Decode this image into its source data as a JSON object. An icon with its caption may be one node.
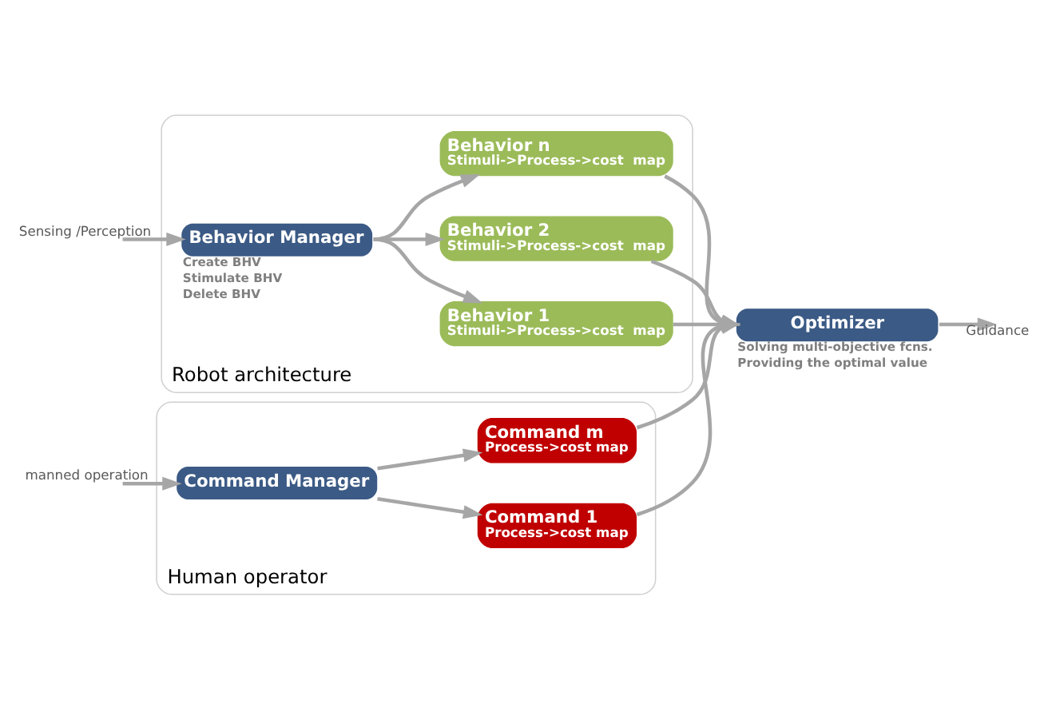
{
  "diagram": {
    "nodes": [
      {
        "text": [
          "Human operator"
        ]
      },
      {
        "text": [
          "Command Manager"
        ],
        "in": 0
      },
      {
        "text": [
          "Command 1",
          "Process->cost map"
        ],
        "in": 0
      },
      {
        "text": [
          "Command m",
          "Process->cost map"
        ],
        "in": 0
      },
      {
        "text": [
          "Robot architecture"
        ]
      },
      {
        "text": [
          "Behavior Manager"
        ],
        "in": 4,
        "beside": [
          "Create BHV",
          "Stimulate BHV",
          "Delete BHV"
        ]
      },
      {
        "text": [
          "Behavior 1",
          "Stimuli->Process->cost  map"
        ],
        "in": 4
      },
      {
        "text": [
          "Behavior 2",
          "Stimuli->Process->cost  map"
        ],
        "in": 4
      },
      {
        "text": [
          "Behavior n",
          "Stimuli->Process->cost  map"
        ],
        "in": 4
      },
      {
        "text": [
          "Optimizer"
        ],
        "beside": [
          "Solving multi-objective fcns.",
          "Providing the optimal value"
        ]
      }
    ],
    "edges": [
      {
        "from": null,
        "to": 1,
        "arrow": "to",
        "label": "manned operation"
      },
      {
        "from": 1,
        "to": 2,
        "arrow": "to"
      },
      {
        "from": 1,
        "to": 3,
        "arrow": "to"
      },
      {
        "from": 2,
        "to": 9,
        "arrow": "to"
      },
      {
        "from": 3,
        "to": 9,
        "arrow": "to"
      },
      {
        "from": null,
        "to": 5,
        "arrow": "to",
        "label": "Sensing /Perception"
      },
      {
        "from": 5,
        "to": 6,
        "arrow": "to"
      },
      {
        "from": 5,
        "to": 7,
        "arrow": "to"
      },
      {
        "from": 5,
        "to": 8,
        "arrow": "to"
      },
      {
        "from": 6,
        "to": 9,
        "arrow": "to"
      },
      {
        "from": 7,
        "to": 9,
        "arrow": "to"
      },
      {
        "from": 8,
        "to": 9,
        "arrow": "to"
      },
      {
        "from": 9,
        "to": null,
        "arrow": "to",
        "label": "Guidance"
      }
    ]
  }
}
